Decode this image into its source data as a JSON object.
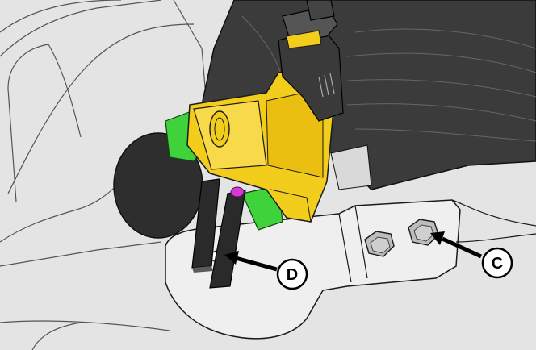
{
  "figure": {
    "colors": {
      "background": "#e6e6e6",
      "dark_housing": "#3a3a3a",
      "bracket": "#eeeeee",
      "sensor_body": "#f2cc1b",
      "green_seal": "#3fd13a",
      "magenta_pin": "#d43ad4",
      "outline": "#1a1a1a"
    },
    "callouts": [
      {
        "id": "D",
        "label": "D",
        "target": "bracket-hole",
        "arrow_icon": "arrow-left-icon"
      },
      {
        "id": "C",
        "label": "C",
        "target": "bracket-bolt",
        "arrow_icon": "arrow-left-icon"
      }
    ]
  }
}
